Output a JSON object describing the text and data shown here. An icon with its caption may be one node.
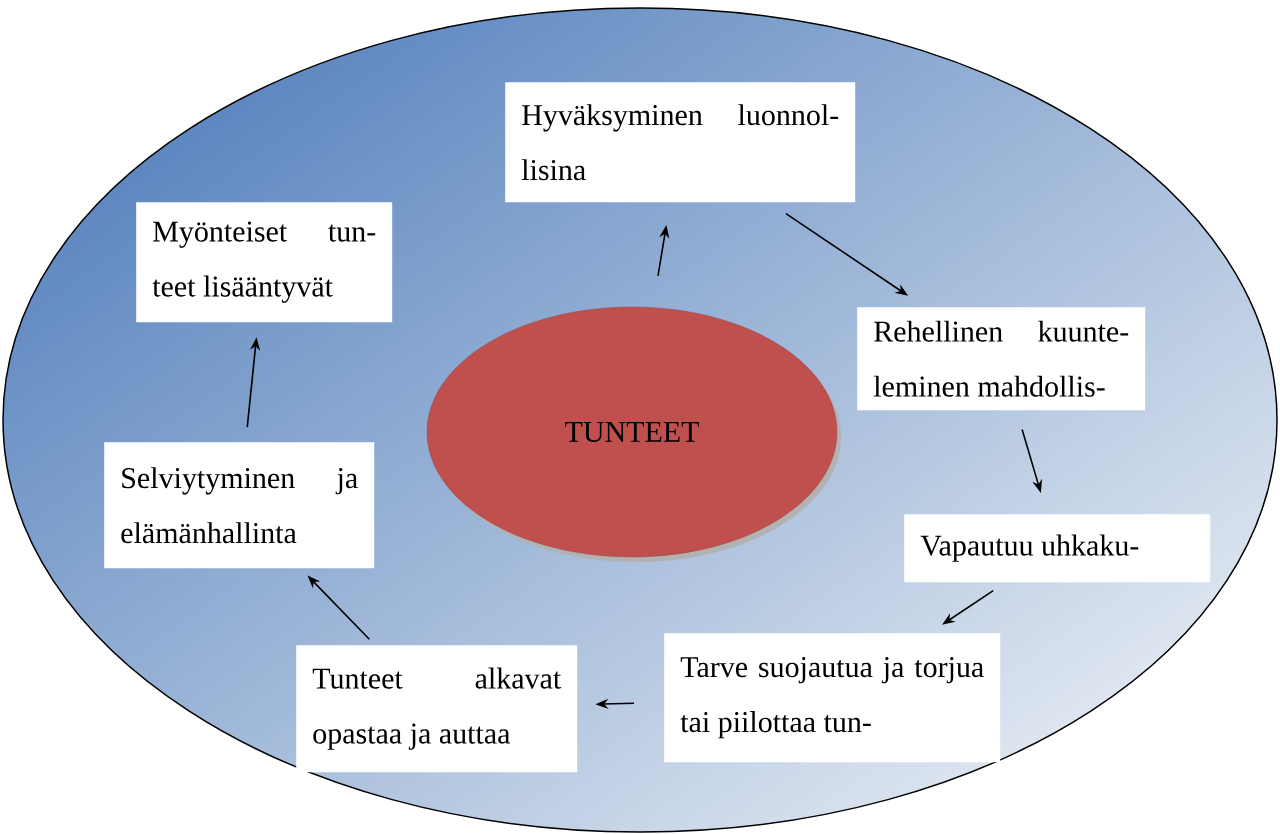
{
  "diagram": {
    "nodes": [
      {
        "text": [],
        "shape": "ellipse"
      },
      {
        "text": [
          "TUNTEET"
        ],
        "in": 0
      },
      {
        "text": [
          "Hyväksyminen luonnol- lisina"
        ],
        "in": 0
      },
      {
        "text": [
          "Rehellinen kuunte- leminen mahdollis-"
        ],
        "in": 0
      },
      {
        "text": [
          "Vapautuu uhkaku-"
        ],
        "in": 0
      },
      {
        "text": [
          "Tarve suojautua ja torjua tai piilottaa tun-"
        ],
        "in": 0
      },
      {
        "text": [
          "Tunteet alkavat opastaa ja auttaa"
        ],
        "in": 0
      },
      {
        "text": [
          "Selviytyminen ja elämänhallinta"
        ],
        "in": 0
      },
      {
        "text": [
          "Myönteiset tun- teet lisääntyvät"
        ],
        "in": 0
      }
    ],
    "edges": [
      {
        "from": 1,
        "to": 2,
        "arrow": "to"
      },
      {
        "from": 2,
        "to": 3,
        "arrow": "to"
      },
      {
        "from": 3,
        "to": 4,
        "arrow": "to"
      },
      {
        "from": 4,
        "to": 5,
        "arrow": "to"
      },
      {
        "from": 5,
        "to": 6,
        "arrow": "to"
      },
      {
        "from": 6,
        "to": 7,
        "arrow": "to"
      },
      {
        "from": 7,
        "to": 8,
        "arrow": "to"
      }
    ]
  }
}
